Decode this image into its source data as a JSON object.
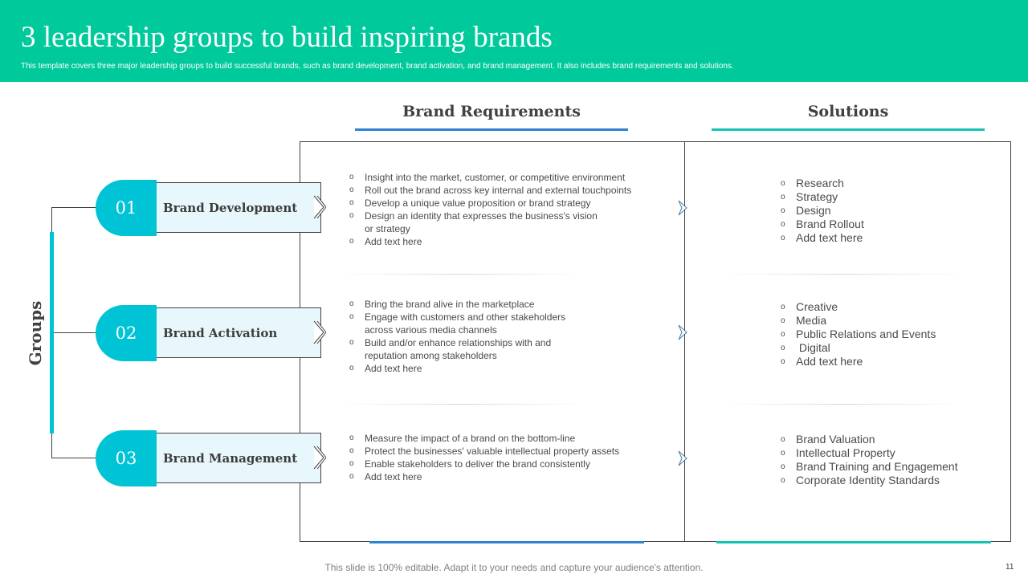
{
  "header": {
    "title": "3 leadership groups to build inspiring brands",
    "subtitle": "This template covers three major leadership groups to build successful brands, such as brand development, brand activation, and brand management.  It also includes brand requirements and solutions."
  },
  "columns": {
    "requirements": "Brand Requirements",
    "solutions": "Solutions"
  },
  "groups_label": "Groups",
  "groups": [
    {
      "number": "01",
      "name": "Brand Development",
      "requirements": [
        "Insight into the market, customer, or competitive environment",
        "Roll out the brand across key internal and external touchpoints",
        "Develop a unique value proposition or brand strategy",
        "Design an identity that expresses the business's vision or strategy",
        "Add text here"
      ],
      "solutions": [
        "Research",
        "Strategy",
        "Design",
        "Brand Rollout",
        "Add text here"
      ]
    },
    {
      "number": "02",
      "name": "Brand Activation",
      "requirements": [
        "Bring the brand alive in the marketplace",
        "Engage with customers and other stakeholders across various media channels",
        "Build and/or enhance relationships with and reputation among stakeholders",
        "Add text here"
      ],
      "solutions": [
        "Creative",
        "Media",
        "Public Relations and Events",
        " Digital",
        "Add text here"
      ]
    },
    {
      "number": "03",
      "name": "Brand Management",
      "requirements": [
        "Measure the impact of a brand on the bottom-line",
        "Protect the businesses' valuable intellectual property assets",
        "Enable stakeholders to deliver the brand consistently",
        "Add text here"
      ],
      "solutions": [
        "Brand Valuation",
        "Intellectual Property",
        "Brand Training and Engagement",
        "Corporate Identity Standards"
      ]
    }
  ],
  "footer": {
    "note": "This slide is 100% editable. Adapt it to your needs and capture your audience's attention.",
    "page_number": "11"
  },
  "colors": {
    "header_bg": "#00c99c",
    "accent_cyan": "#00c3d6",
    "requirements_line": "#2e82d6",
    "solutions_line": "#14c4b0",
    "group_tab_bg": "#e8f7fb"
  },
  "icons": {
    "row_arrow": "chevron-right-icon"
  }
}
